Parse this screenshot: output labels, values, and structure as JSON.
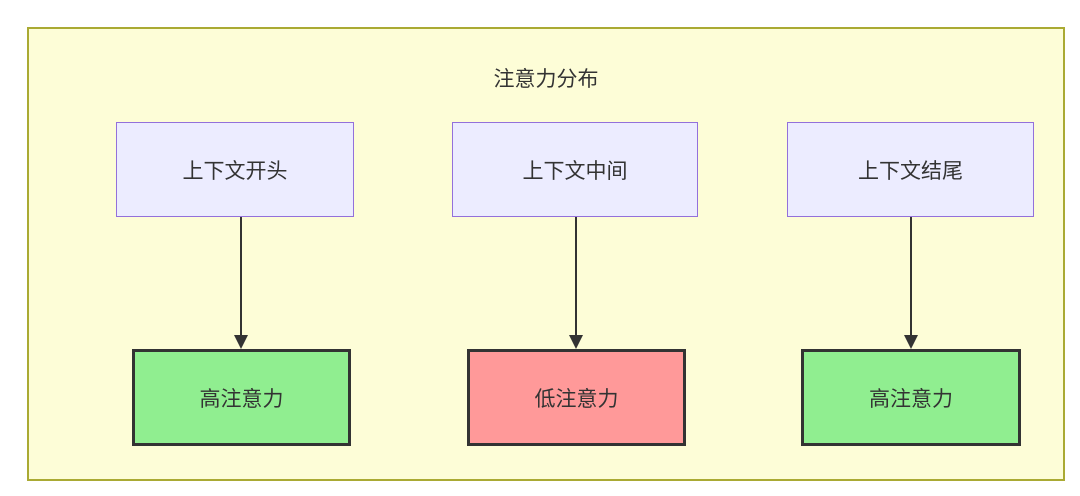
{
  "diagram": {
    "title": "注意力分布",
    "columns": [
      {
        "source_label": "上下文开头",
        "target_label": "高注意力",
        "level": "high"
      },
      {
        "source_label": "上下文中间",
        "target_label": "低注意力",
        "level": "low"
      },
      {
        "source_label": "上下文结尾",
        "target_label": "高注意力",
        "level": "high"
      }
    ],
    "colors": {
      "canvas_background": "#ffffff",
      "cluster_fill": "#fdfdd7",
      "cluster_border": "#aaaa33",
      "source_node_fill": "#ececff",
      "source_node_border": "#9370db",
      "high_attention_fill": "#90ee90",
      "low_attention_fill": "#ff9999",
      "target_node_border": "#333333",
      "arrow_color": "#333333",
      "text_color": "#333333"
    }
  }
}
